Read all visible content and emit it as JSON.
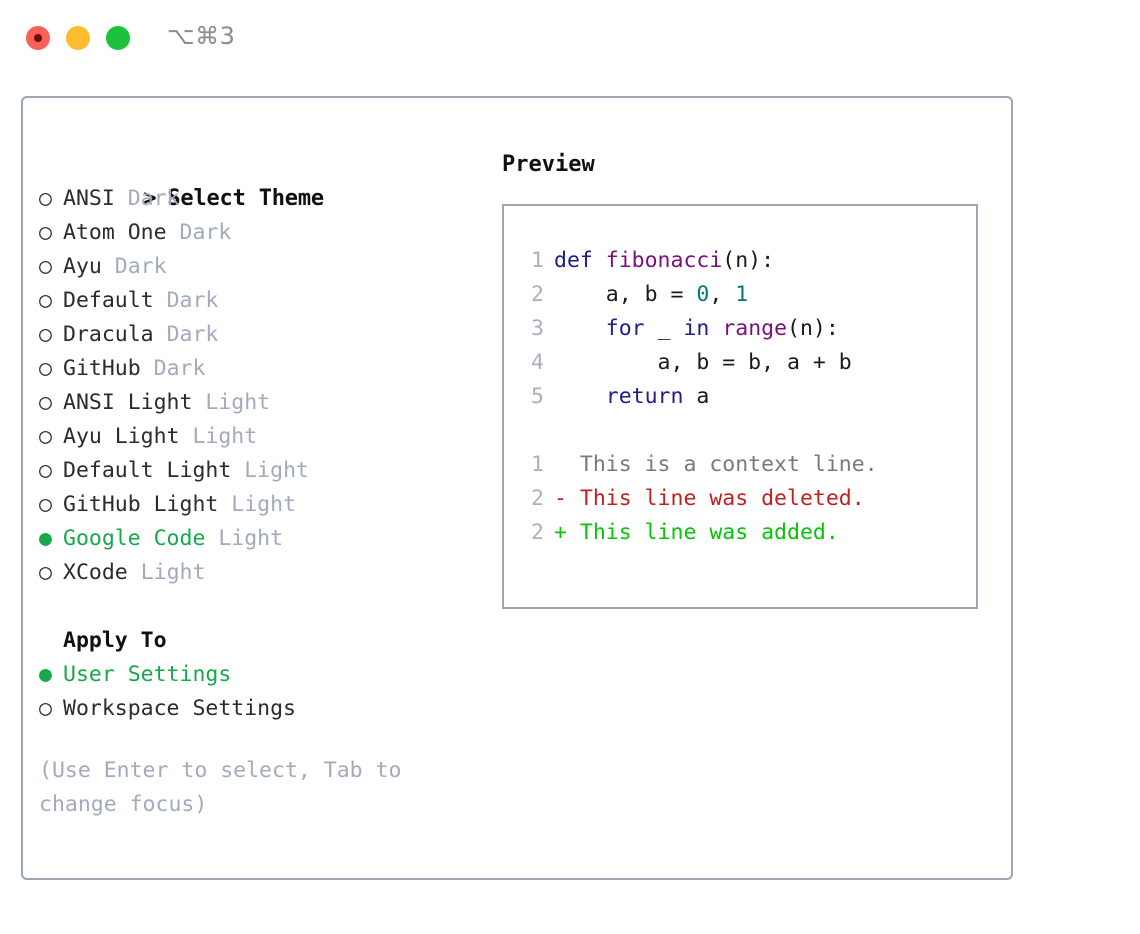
{
  "titlebar": {
    "shortcut": "⌥⌘3",
    "buttons": {
      "close": "close-button",
      "minimize": "minimize-button",
      "maximize": "maximize-button"
    }
  },
  "colors": {
    "accent_green": "#16a84a",
    "border": "#9ba5b6",
    "muted": "#a2abbb",
    "keyword": "#1c1c8e",
    "function": "#7d0f7d",
    "number": "#0a7777",
    "diff_delete": "#c41f1f",
    "diff_add": "#06c406",
    "diff_context": "#7a7a7a",
    "line_number": "#a8b0bd"
  },
  "theme_picker": {
    "heading_marker": ">",
    "heading": "Select Theme",
    "marker_selected": "●",
    "marker_unselected": "○",
    "items": [
      {
        "name": "ANSI",
        "kind": "Dark",
        "selected": false
      },
      {
        "name": "Atom One",
        "kind": "Dark",
        "selected": false
      },
      {
        "name": "Ayu",
        "kind": "Dark",
        "selected": false
      },
      {
        "name": "Default",
        "kind": "Dark",
        "selected": false
      },
      {
        "name": "Dracula",
        "kind": "Dark",
        "selected": false
      },
      {
        "name": "GitHub",
        "kind": "Dark",
        "selected": false
      },
      {
        "name": "ANSI Light",
        "kind": "Light",
        "selected": false
      },
      {
        "name": "Ayu Light",
        "kind": "Light",
        "selected": false
      },
      {
        "name": "Default Light",
        "kind": "Light",
        "selected": false
      },
      {
        "name": "GitHub Light",
        "kind": "Light",
        "selected": false
      },
      {
        "name": "Google Code",
        "kind": "Light",
        "selected": true
      },
      {
        "name": "XCode",
        "kind": "Light",
        "selected": false
      }
    ]
  },
  "apply_to": {
    "heading": "Apply To",
    "options": [
      {
        "label": "User Settings",
        "selected": true
      },
      {
        "label": "Workspace Settings",
        "selected": false
      }
    ]
  },
  "hint": "(Use Enter to select, Tab to change focus)",
  "preview": {
    "title": "Preview",
    "code_lines": [
      {
        "number": "1",
        "tokens": [
          {
            "t": "def ",
            "c": "kw"
          },
          {
            "t": "fibonacci",
            "c": "fn"
          },
          {
            "t": "(n):",
            "c": "plain"
          }
        ]
      },
      {
        "number": "2",
        "tokens": [
          {
            "t": "    a, b = ",
            "c": "plain"
          },
          {
            "t": "0",
            "c": "num"
          },
          {
            "t": ", ",
            "c": "plain"
          },
          {
            "t": "1",
            "c": "num"
          }
        ]
      },
      {
        "number": "3",
        "tokens": [
          {
            "t": "    ",
            "c": "plain"
          },
          {
            "t": "for",
            "c": "kw"
          },
          {
            "t": " _ ",
            "c": "plain"
          },
          {
            "t": "in",
            "c": "kw"
          },
          {
            "t": " ",
            "c": "plain"
          },
          {
            "t": "range",
            "c": "fn"
          },
          {
            "t": "(n):",
            "c": "plain"
          }
        ]
      },
      {
        "number": "4",
        "tokens": [
          {
            "t": "        a, b = b, a + b",
            "c": "plain"
          }
        ]
      },
      {
        "number": "5",
        "tokens": [
          {
            "t": "    ",
            "c": "plain"
          },
          {
            "t": "return",
            "c": "kw"
          },
          {
            "t": " a",
            "c": "plain"
          }
        ]
      }
    ],
    "diff_lines": [
      {
        "number": "1",
        "sign": " ",
        "text": " This is a context line.",
        "kind": "ctx"
      },
      {
        "number": "2",
        "sign": "-",
        "text": " This line was deleted.",
        "kind": "del"
      },
      {
        "number": "2",
        "sign": "+",
        "text": " This line was added.",
        "kind": "add"
      }
    ]
  }
}
